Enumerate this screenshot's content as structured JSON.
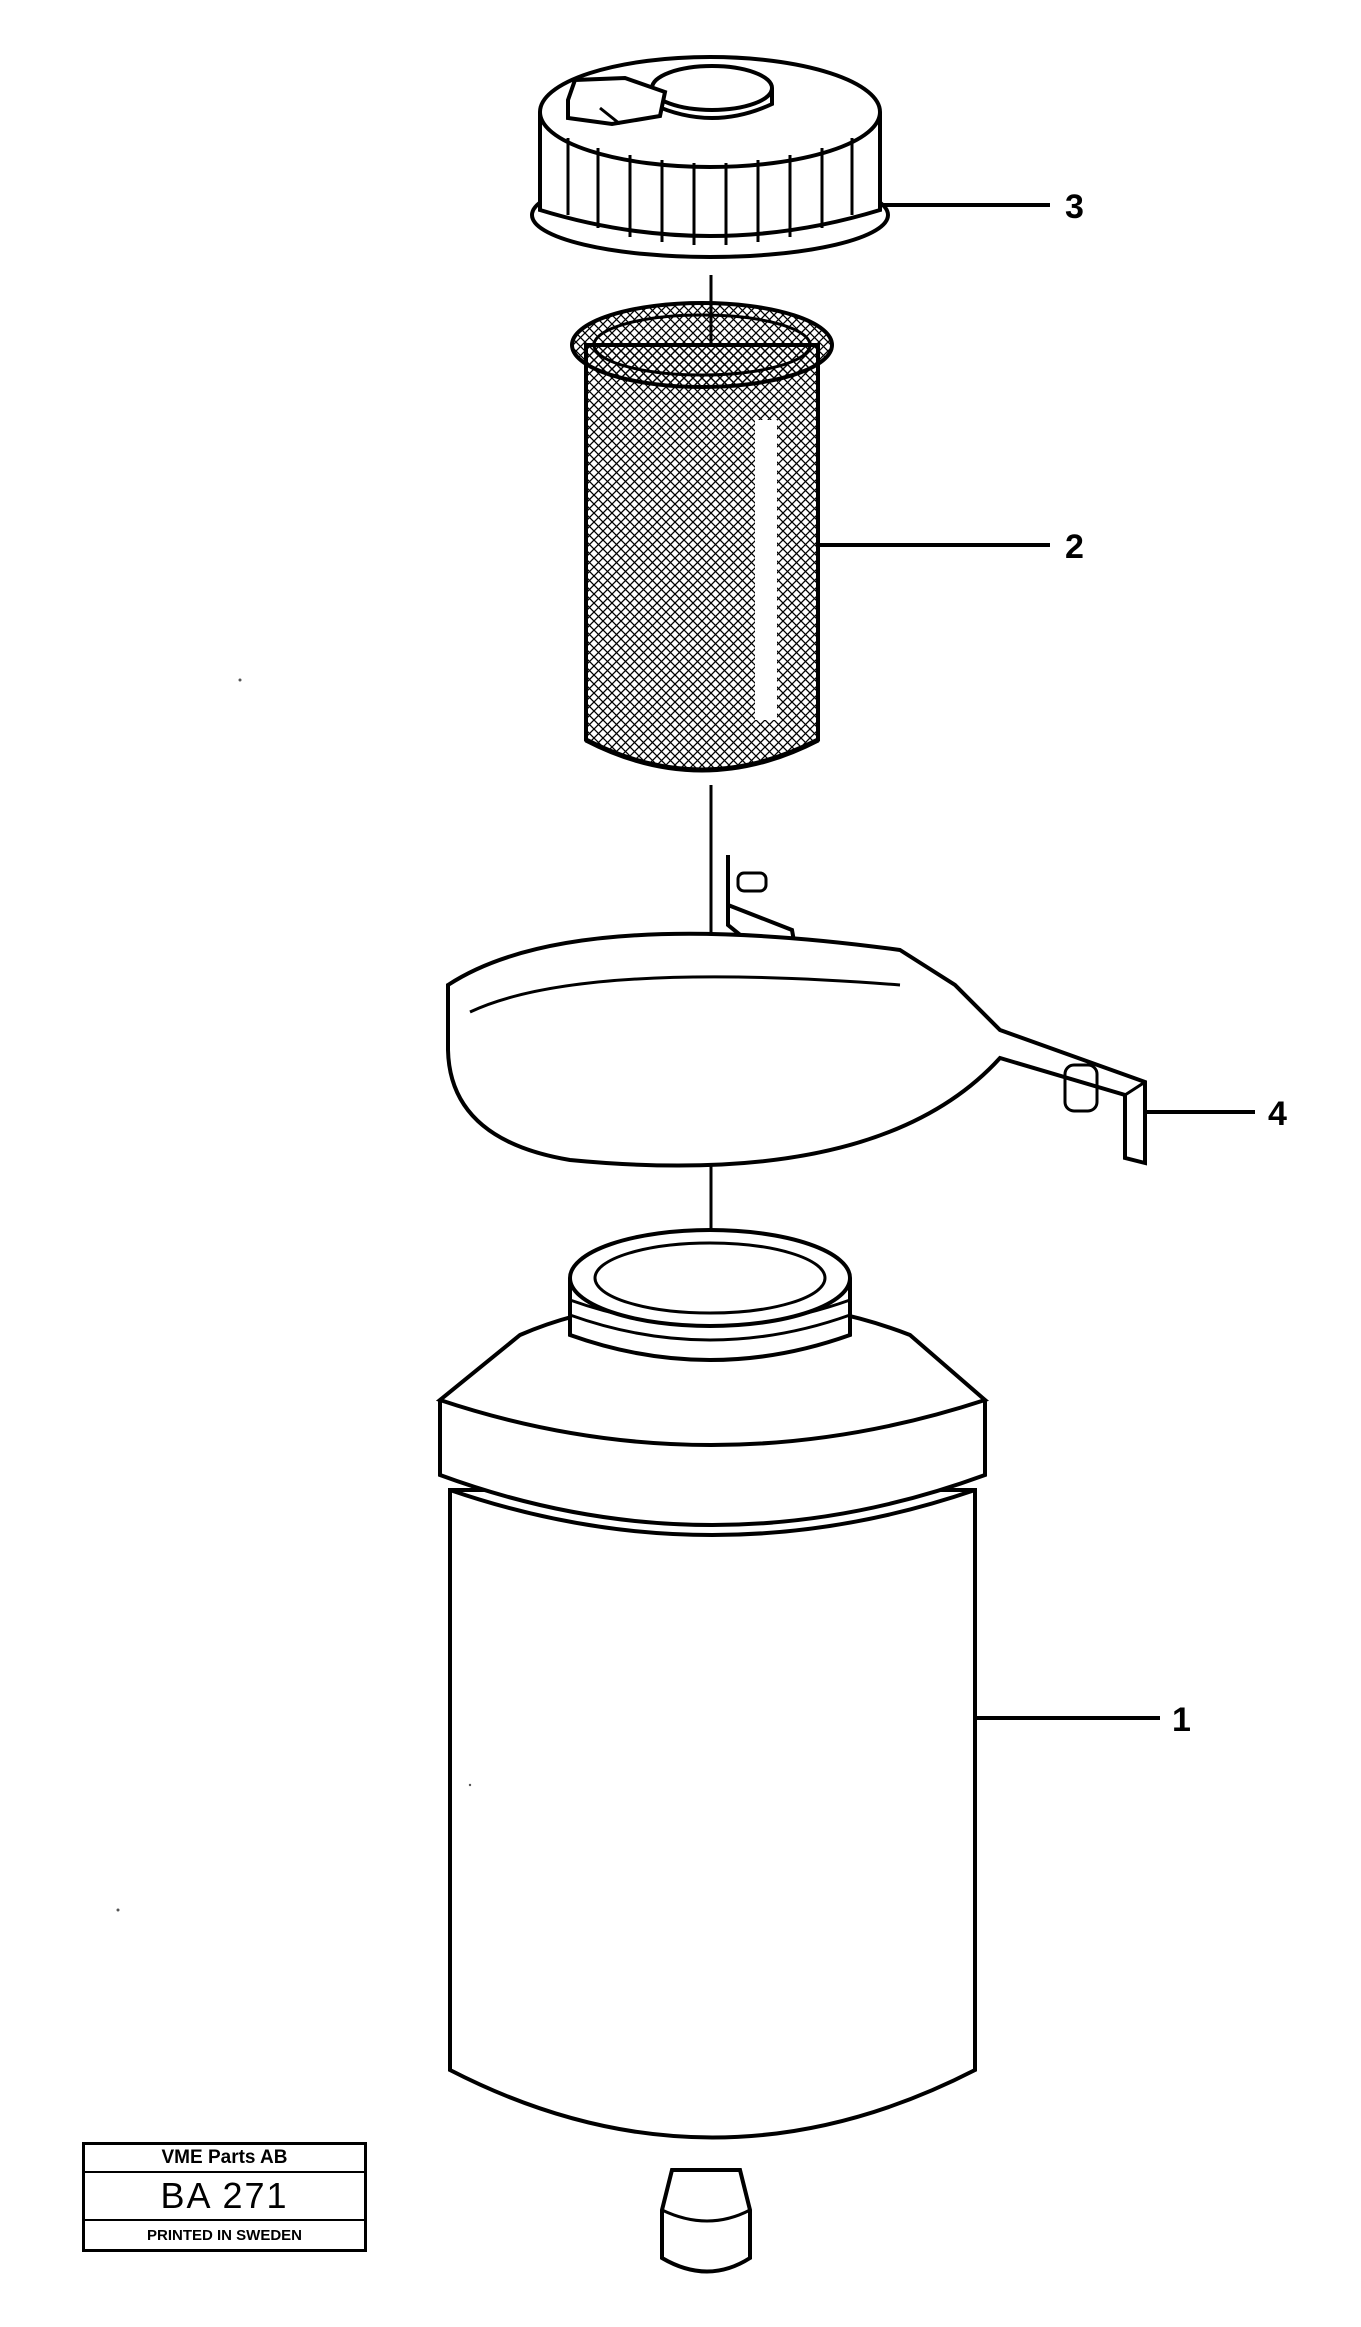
{
  "diagram": {
    "callouts": [
      {
        "label": "3",
        "part": "cap"
      },
      {
        "label": "2",
        "part": "strainer"
      },
      {
        "label": "4",
        "part": "bracket"
      },
      {
        "label": "1",
        "part": "reservoir"
      }
    ]
  },
  "title_block": {
    "company": "VME Parts AB",
    "code": "BA 271",
    "printed": "PRINTED IN SWEDEN"
  },
  "colors": {
    "line": "#000000",
    "background": "#ffffff"
  }
}
